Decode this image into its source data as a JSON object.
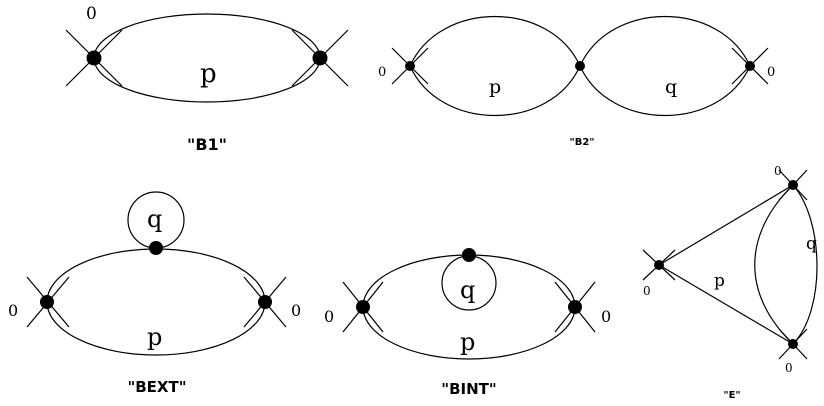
{
  "diagrams": {
    "b1": {
      "caption": "\"B1\"",
      "p": "p",
      "zero": "0"
    },
    "b2": {
      "caption": "\"B2\"",
      "p": "p",
      "q": "q",
      "zero_left": "0",
      "zero_right": "0"
    },
    "bext": {
      "caption": "\"BEXT\"",
      "p": "p",
      "q": "q",
      "zero_left": "0",
      "zero_right": "0"
    },
    "bint": {
      "caption": "\"BINT\"",
      "p": "p",
      "q": "q",
      "zero_left": "0",
      "zero_right": "0"
    },
    "e": {
      "caption": "\"E\"",
      "p": "p",
      "q": "q",
      "zero_left": "0",
      "zero_top": "0",
      "zero_bottom": "0"
    }
  }
}
